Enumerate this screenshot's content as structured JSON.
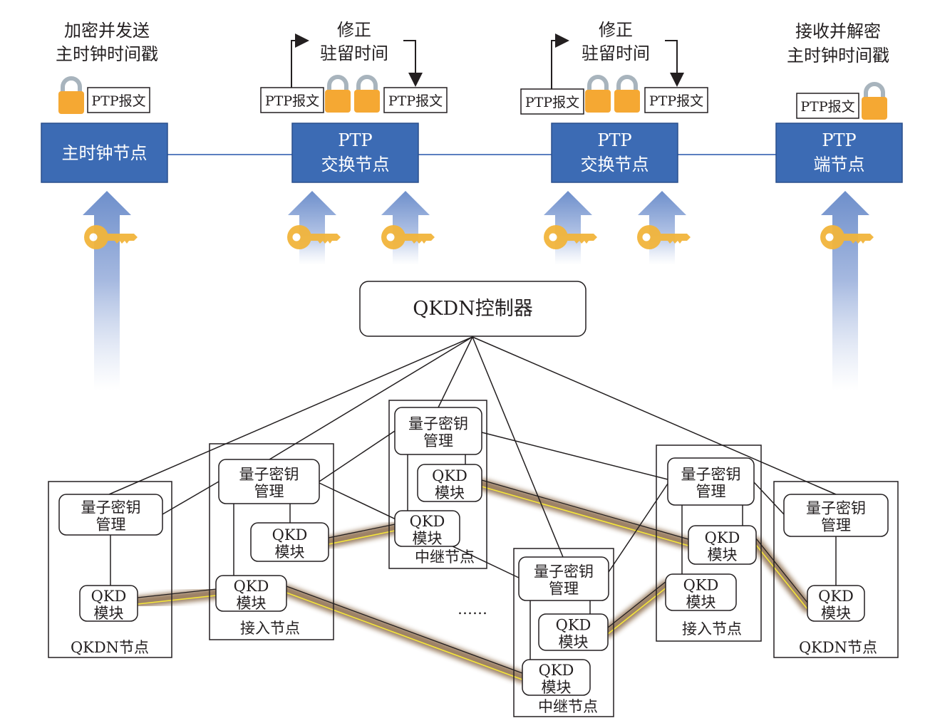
{
  "top": {
    "captions": [
      {
        "id": "master",
        "lines": [
          "加密并发送",
          "主时钟时间戳"
        ]
      },
      {
        "id": "switch1",
        "lines": [
          "修正",
          "驻留时间"
        ]
      },
      {
        "id": "switch2",
        "lines": [
          "修正",
          "驻留时间"
        ]
      },
      {
        "id": "end",
        "lines": [
          "接收并解密",
          "主时钟时间戳"
        ]
      }
    ],
    "message_label": "PTP报文",
    "ptp_nodes": [
      {
        "id": "master",
        "lines": [
          "主时钟节点"
        ]
      },
      {
        "id": "switch1",
        "lines": [
          "PTP",
          "交换节点"
        ]
      },
      {
        "id": "switch2",
        "lines": [
          "PTP",
          "交换节点"
        ]
      },
      {
        "id": "end",
        "lines": [
          "PTP",
          "端节点"
        ]
      }
    ],
    "icons": {
      "lock": "padlock-icon",
      "key": "key-icon",
      "arrow": "up-arrow-icon"
    }
  },
  "controller": {
    "label": "QKDN控制器"
  },
  "bottom": {
    "kmm_label": [
      "量子密钥",
      "管理"
    ],
    "qkd_label": [
      "QKD",
      "模块"
    ],
    "ellipsis": "……",
    "nodes": [
      {
        "id": "qkdn-left",
        "label": "QKDN节点"
      },
      {
        "id": "access-left",
        "label": "接入节点"
      },
      {
        "id": "relay-top",
        "label": "中继节点"
      },
      {
        "id": "relay-bottom",
        "label": "中继节点"
      },
      {
        "id": "access-right",
        "label": "接入节点"
      },
      {
        "id": "qkdn-right",
        "label": "QKDN节点"
      }
    ]
  },
  "colors": {
    "ptp_node_fill": "#3c6bb4",
    "link_line": "#5b7fc0",
    "lock_body": "#f5a833",
    "lock_shackle": "#a8b4bd",
    "key": "#f2b53c",
    "arrow_top": "#7091cc",
    "quantum_glow": "#8b6a4a",
    "quantum_core": "#f5e63a"
  }
}
